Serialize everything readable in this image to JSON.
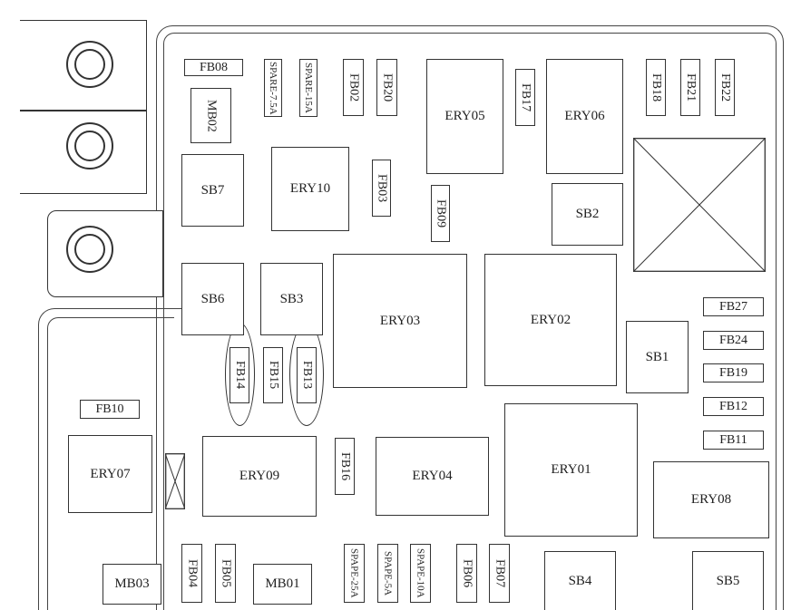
{
  "title": "Fuse box layout",
  "boxes": {
    "FB08": "FB08",
    "MB02": "MB02",
    "SPARE75": "SPARE-7.5A",
    "SPARE15": "SPARE-15A",
    "FB02": "FB02",
    "FB20": "FB20",
    "ERY05": "ERY05",
    "FB17": "FB17",
    "ERY06": "ERY06",
    "FB18": "FB18",
    "FB21": "FB21",
    "FB22": "FB22",
    "SB7": "SB7",
    "ERY10": "ERY10",
    "FB03": "FB03",
    "FB09": "FB09",
    "SB2": "SB2",
    "SB6": "SB6",
    "SB3": "SB3",
    "ERY03": "ERY03",
    "ERY02": "ERY02",
    "FB27": "FB27",
    "FB24": "FB24",
    "FB19": "FB19",
    "FB12": "FB12",
    "FB11": "FB11",
    "SB1": "SB1",
    "FB14": "FB14",
    "FB15": "FB15",
    "FB13": "FB13",
    "FB10": "FB10",
    "ERY01": "ERY01",
    "ERY07": "ERY07",
    "ERY09": "ERY09",
    "FB16": "FB16",
    "ERY04": "ERY04",
    "ERY08": "ERY08",
    "MB03": "MB03",
    "FB04": "FB04",
    "FB05": "FB05",
    "MB01": "MB01",
    "SPAPE25": "SPAPE-25A",
    "SPAPE5": "SPAPE-5A",
    "SPAPE10": "SPAPE-10A",
    "FB06": "FB06",
    "FB07": "FB07",
    "SB4": "SB4",
    "SB5": "SB5"
  }
}
